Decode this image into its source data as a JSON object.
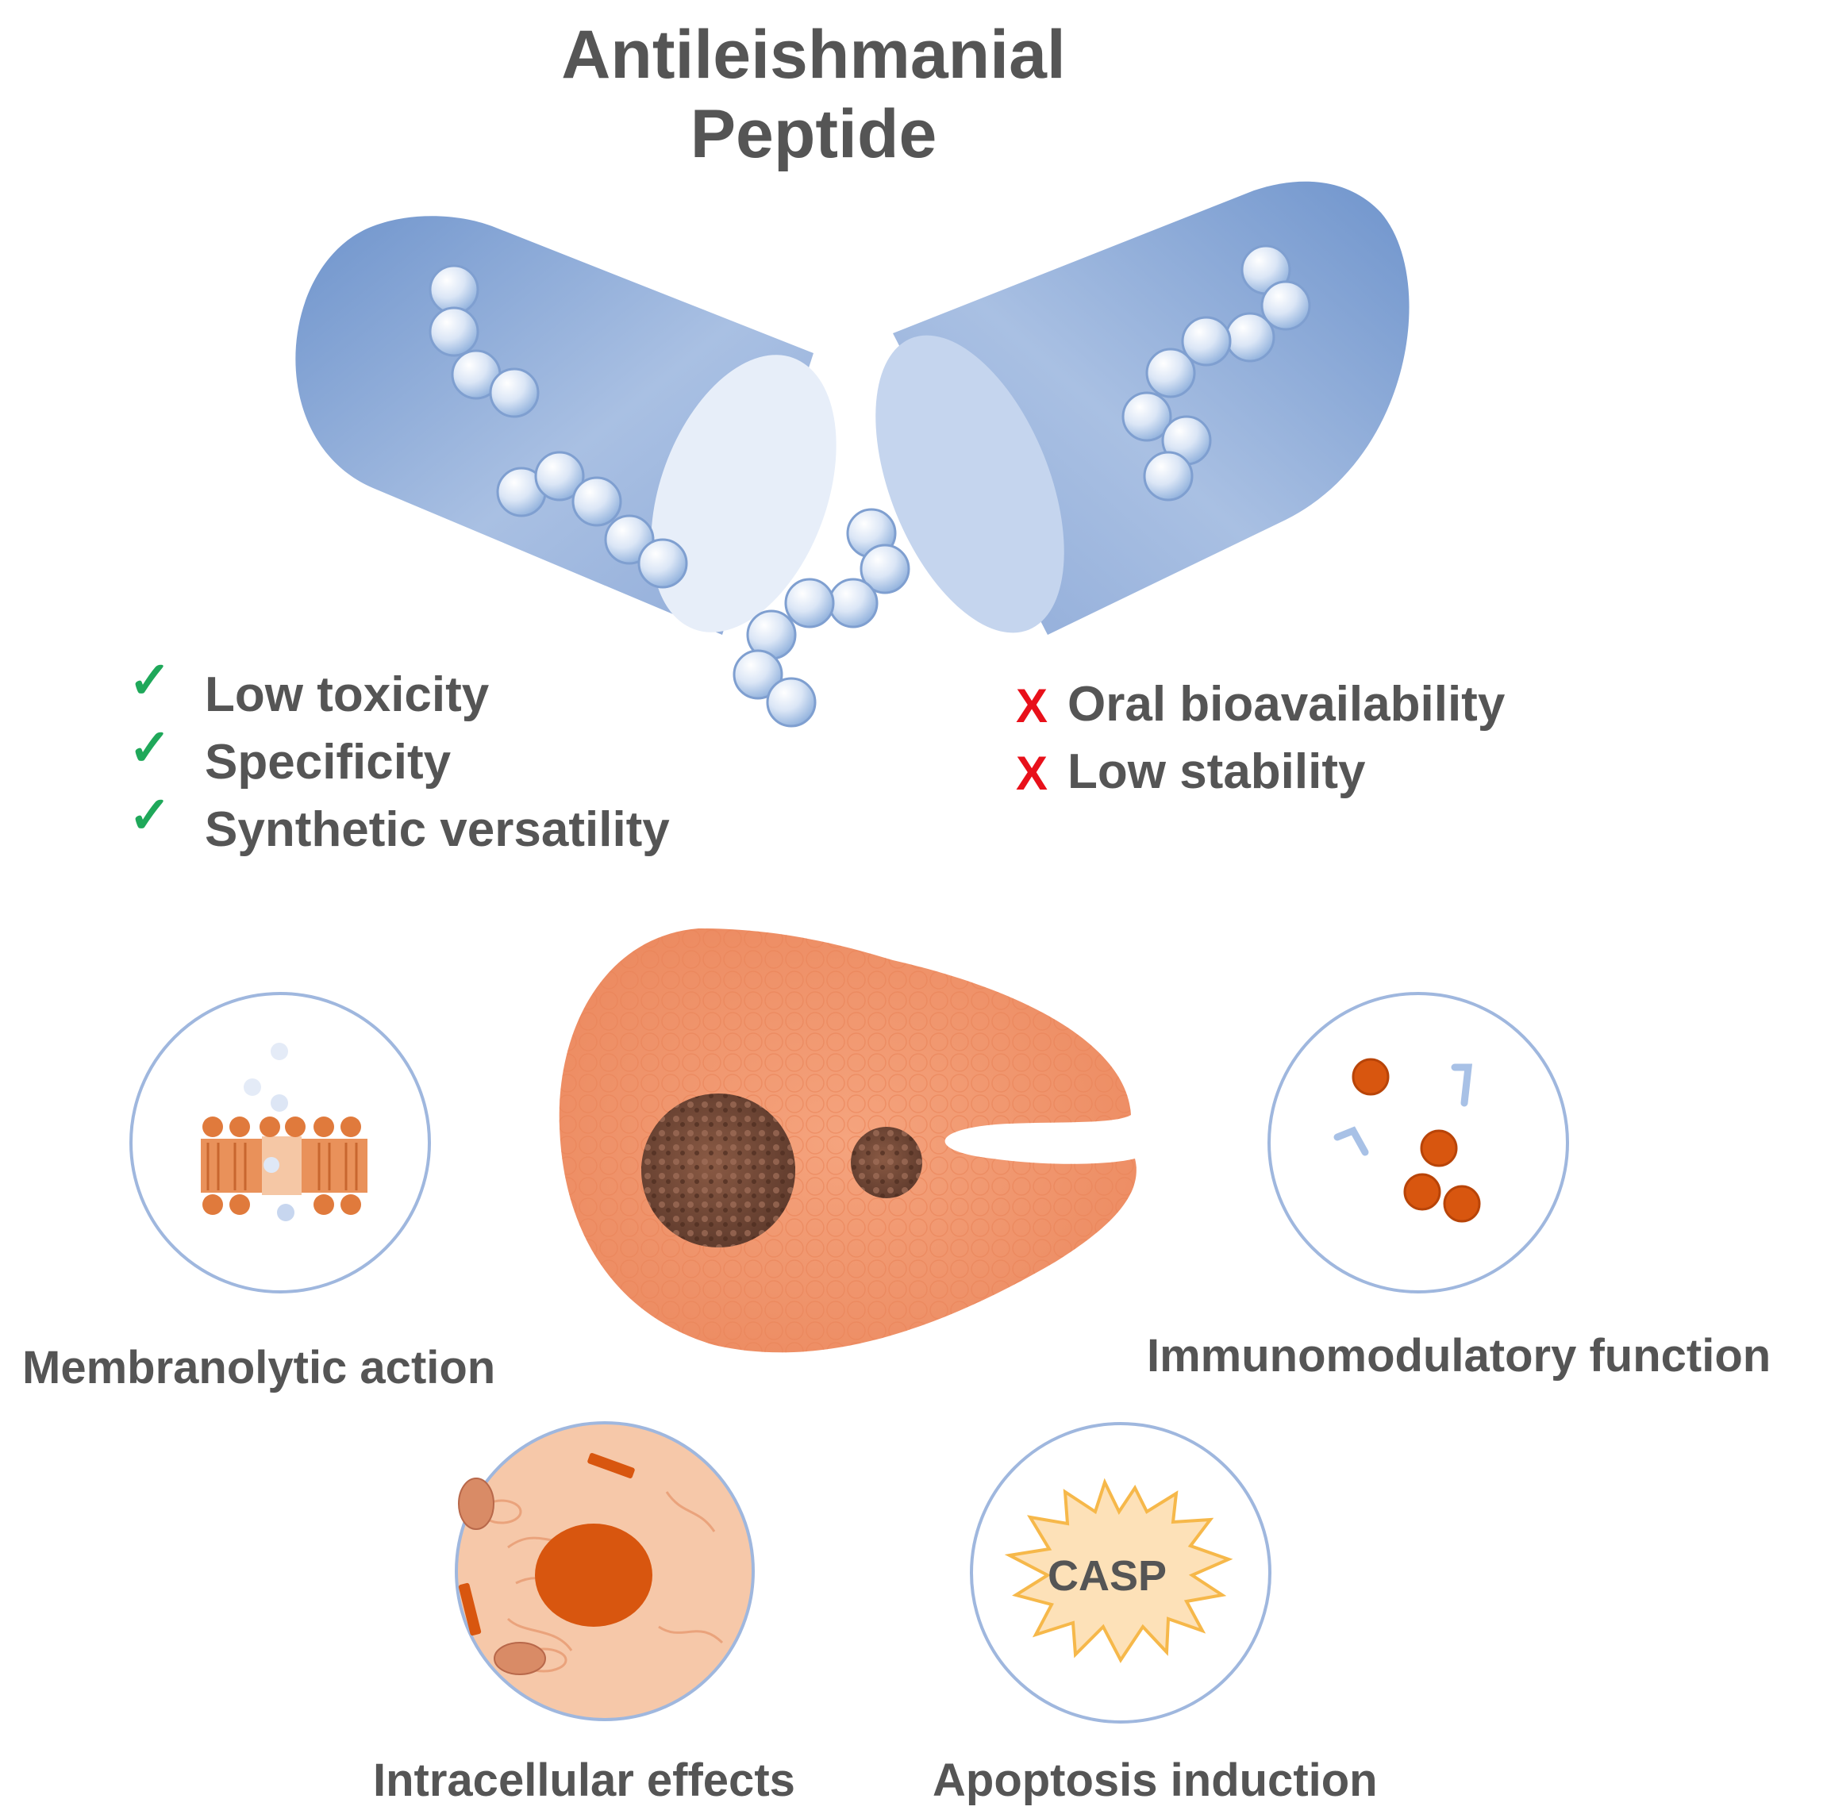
{
  "title": [
    "Antileishmanial",
    "Peptide"
  ],
  "advantages": {
    "icon": "check-icon",
    "color": "#1fa85a",
    "items": [
      "Low toxicity",
      "Specificity",
      "Synthetic versatility"
    ]
  },
  "disadvantages": {
    "icon": "cross-icon",
    "color": "#e8101a",
    "items": [
      "Oral bioavailability",
      "Low stability"
    ]
  },
  "mechanisms": {
    "membranolytic": "Membranolytic action",
    "immunomodulatory": "Immunomodulatory function",
    "intracellular": "Intracellular effects",
    "apoptosis": "Apoptosis induction"
  },
  "casp_label": "CASP",
  "colors": {
    "capsule": "#7c9fd1",
    "cell": "#f2966b",
    "orange": "#e07a3c",
    "text": "#555555"
  }
}
